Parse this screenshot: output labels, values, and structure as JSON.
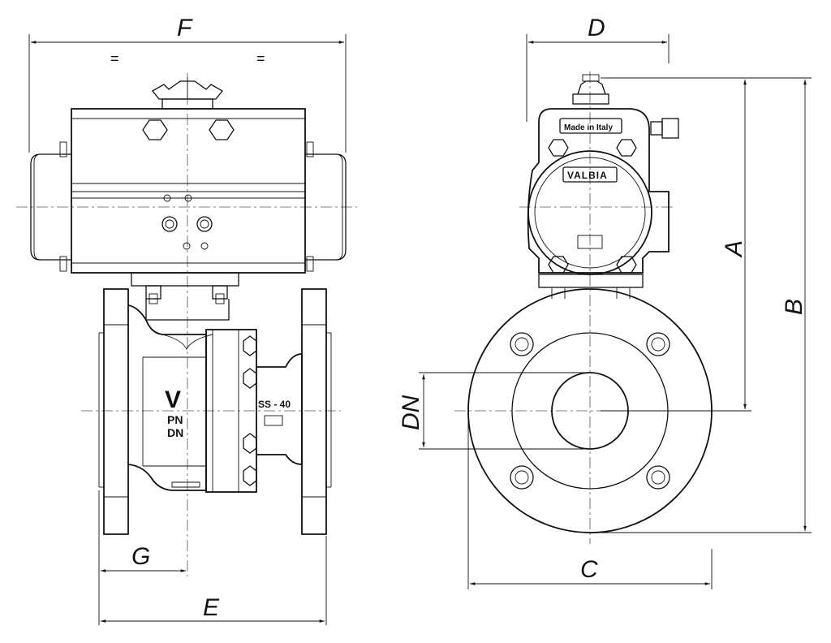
{
  "drawing": {
    "title": "",
    "dimensions": {
      "F": "F",
      "D": "D",
      "A": "A",
      "B": "B",
      "C": "C",
      "E": "E",
      "G": "G",
      "DN": "DN"
    },
    "equal_marks": [
      "=",
      "="
    ],
    "body_markings": {
      "logo_letter": "V",
      "pn": "PN",
      "dn": "DN",
      "material": "SS - 40"
    },
    "actuator_labels": {
      "origin": "Made in Italy",
      "brand": "VALBIA"
    }
  }
}
